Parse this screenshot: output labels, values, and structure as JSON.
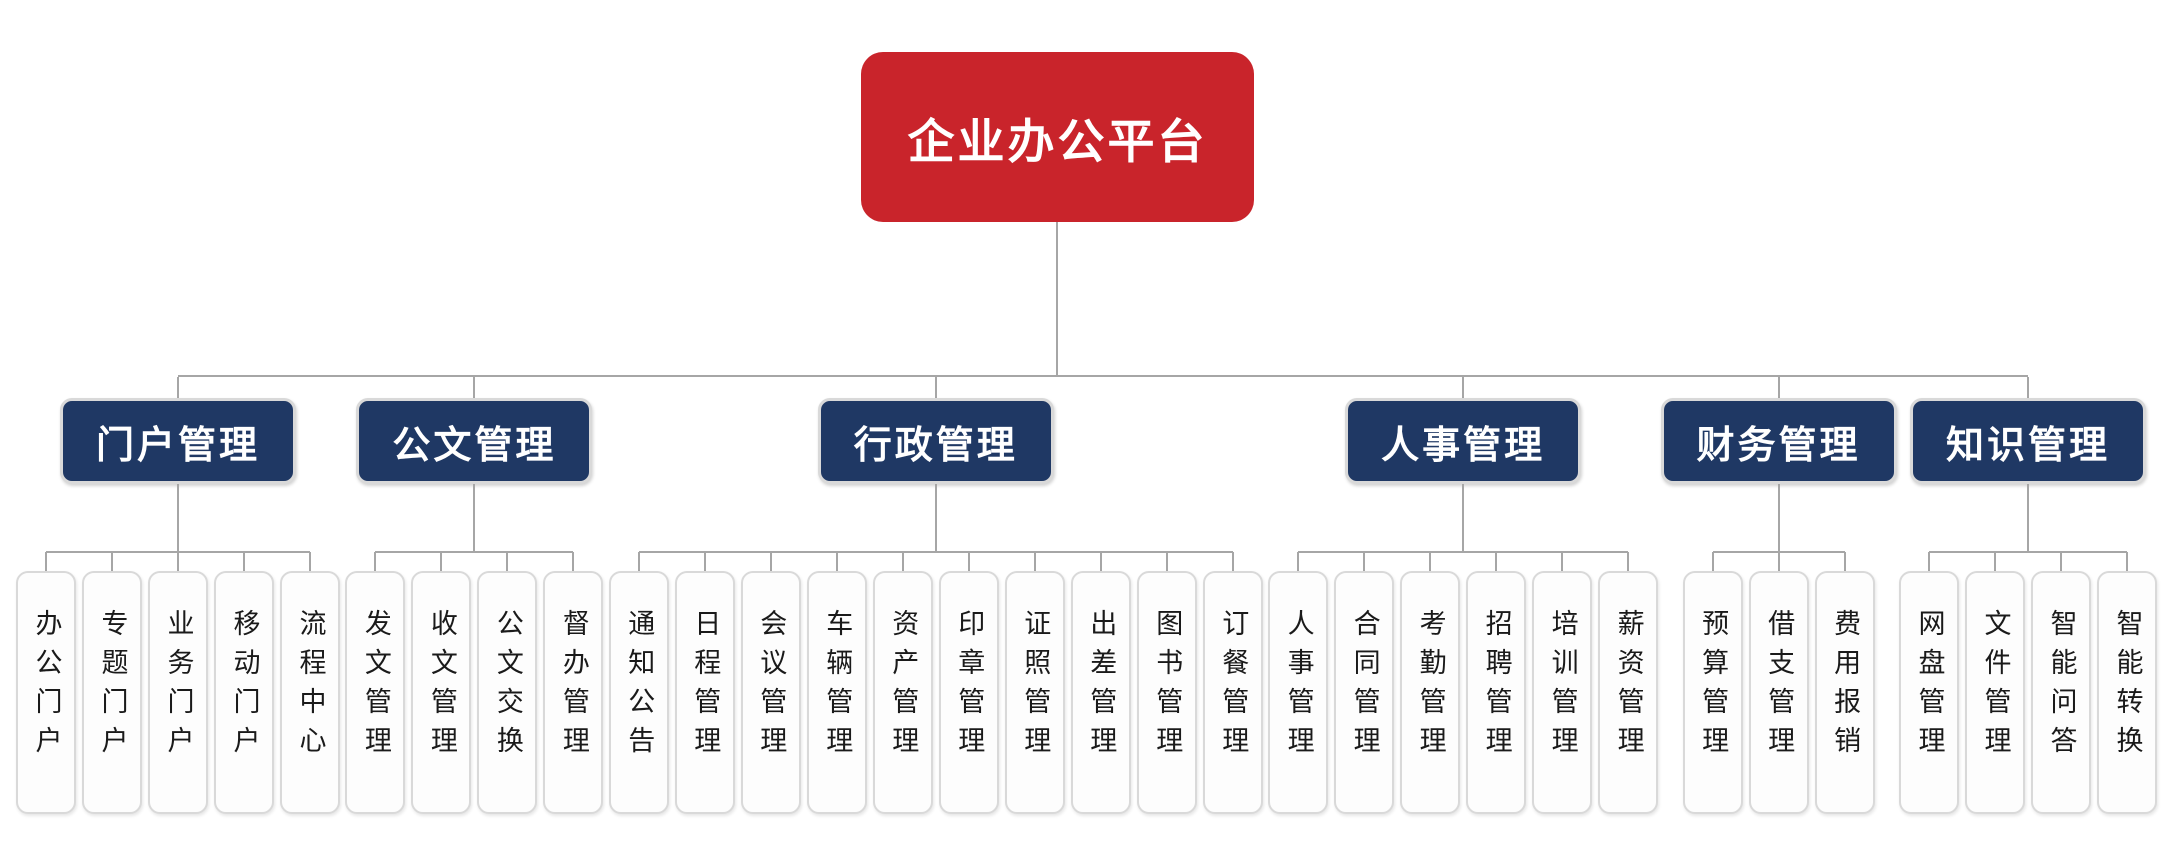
{
  "root": {
    "label": "企业办公平台"
  },
  "groups": [
    {
      "label": "门户管理",
      "leaves": [
        "办公门户",
        "专题门户",
        "业务门户",
        "移动门户",
        "流程中心"
      ]
    },
    {
      "label": "公文管理",
      "leaves": [
        "发文管理",
        "收文管理",
        "公文交换",
        "督办管理"
      ]
    },
    {
      "label": "行政管理",
      "leaves": [
        "通知公告",
        "日程管理",
        "会议管理",
        "车辆管理",
        "资产管理",
        "印章管理",
        "证照管理",
        "出差管理",
        "图书管理",
        "订餐管理"
      ]
    },
    {
      "label": "人事管理",
      "leaves": [
        "人事管理",
        "合同管理",
        "考勤管理",
        "招聘管理",
        "培训管理",
        "薪资管理"
      ]
    },
    {
      "label": "财务管理",
      "leaves": [
        "预算管理",
        "借支管理",
        "费用报销"
      ]
    },
    {
      "label": "知识管理",
      "leaves": [
        "网盘管理",
        "文件管理",
        "智能问答",
        "智能转换"
      ]
    }
  ],
  "colors": {
    "root_bg": "#c9242b",
    "l2_bg": "#1f3864",
    "leaf_bg": "#fdfdfd",
    "box_border": "#d9d9d9",
    "line": "#a6a6a6",
    "text_on_dark": "#ffffff",
    "leaf_text": "#1a1a1a"
  }
}
